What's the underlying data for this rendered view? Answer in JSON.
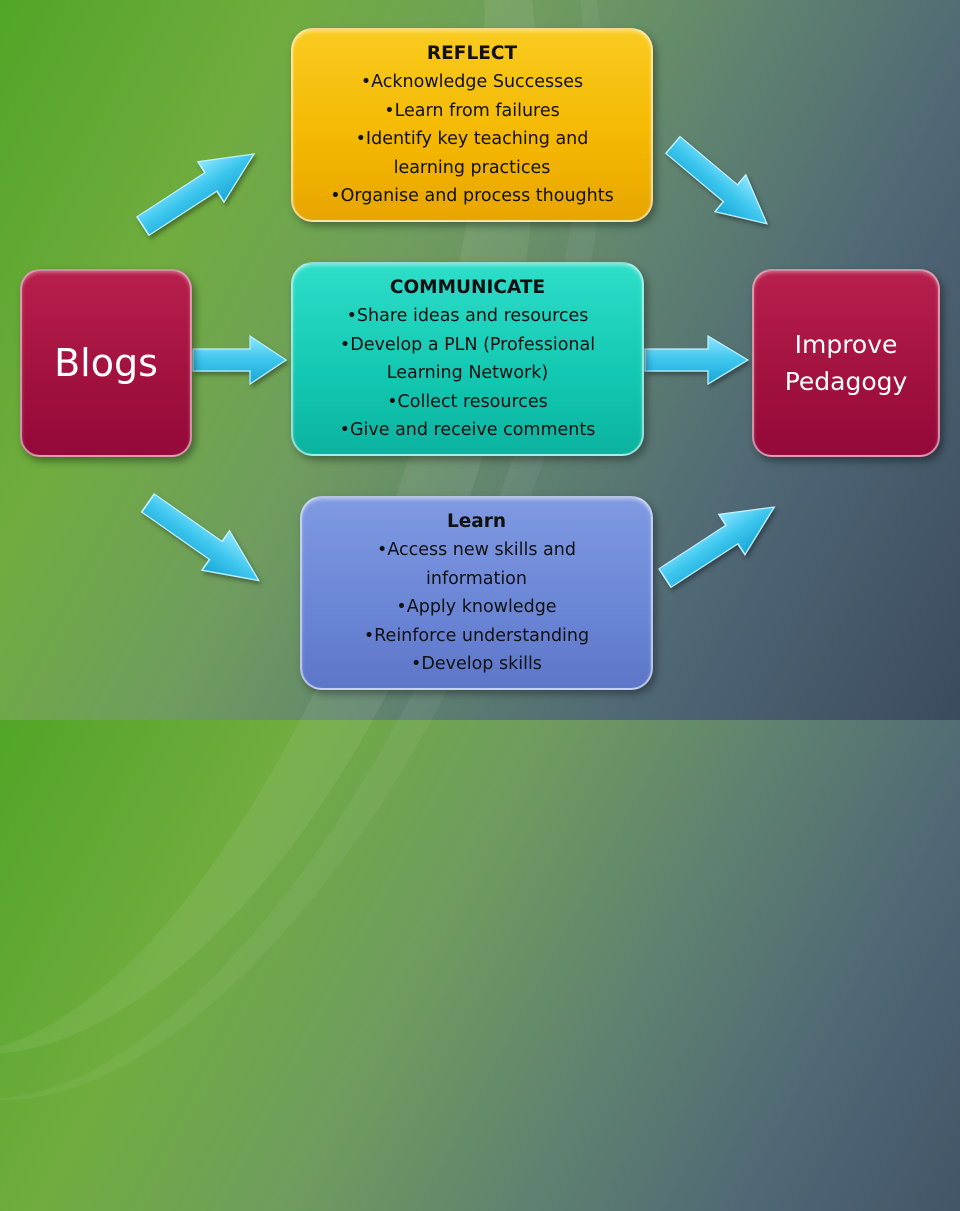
{
  "diagram": {
    "source": {
      "label": "Blogs"
    },
    "target": {
      "lines": [
        "Improve",
        "Pedagogy"
      ]
    },
    "nodes": [
      {
        "id": "reflect",
        "title": "REFLECT",
        "bullets": [
          "•Acknowledge Successes",
          "•Learn from failures",
          "•Identify key teaching and",
          "learning practices",
          "•Organise and process thoughts"
        ]
      },
      {
        "id": "communicate",
        "title": "COMMUNICATE",
        "bullets": [
          "•Share ideas and resources",
          "•Develop a PLN (Professional",
          "Learning Network)",
          "•Collect resources",
          "•Give and receive comments"
        ]
      },
      {
        "id": "learn",
        "title": "Learn",
        "bullets": [
          "•Access new skills and",
          "information",
          "•Apply knowledge",
          "•Reinforce understanding",
          "•Develop skills"
        ]
      }
    ],
    "edges": [
      {
        "from": "Blogs",
        "to": "REFLECT"
      },
      {
        "from": "Blogs",
        "to": "COMMUNICATE"
      },
      {
        "from": "Blogs",
        "to": "Learn"
      },
      {
        "from": "REFLECT",
        "to": "Improve Pedagogy"
      },
      {
        "from": "COMMUNICATE",
        "to": "Improve Pedagogy"
      },
      {
        "from": "Learn",
        "to": "Improve Pedagogy"
      }
    ],
    "colors": {
      "reflect": "#f4b700",
      "communicate": "#12c7b1",
      "learn": "#6b85d6",
      "endpoints": "#a3123f",
      "arrows": "#3cc6ee"
    }
  }
}
